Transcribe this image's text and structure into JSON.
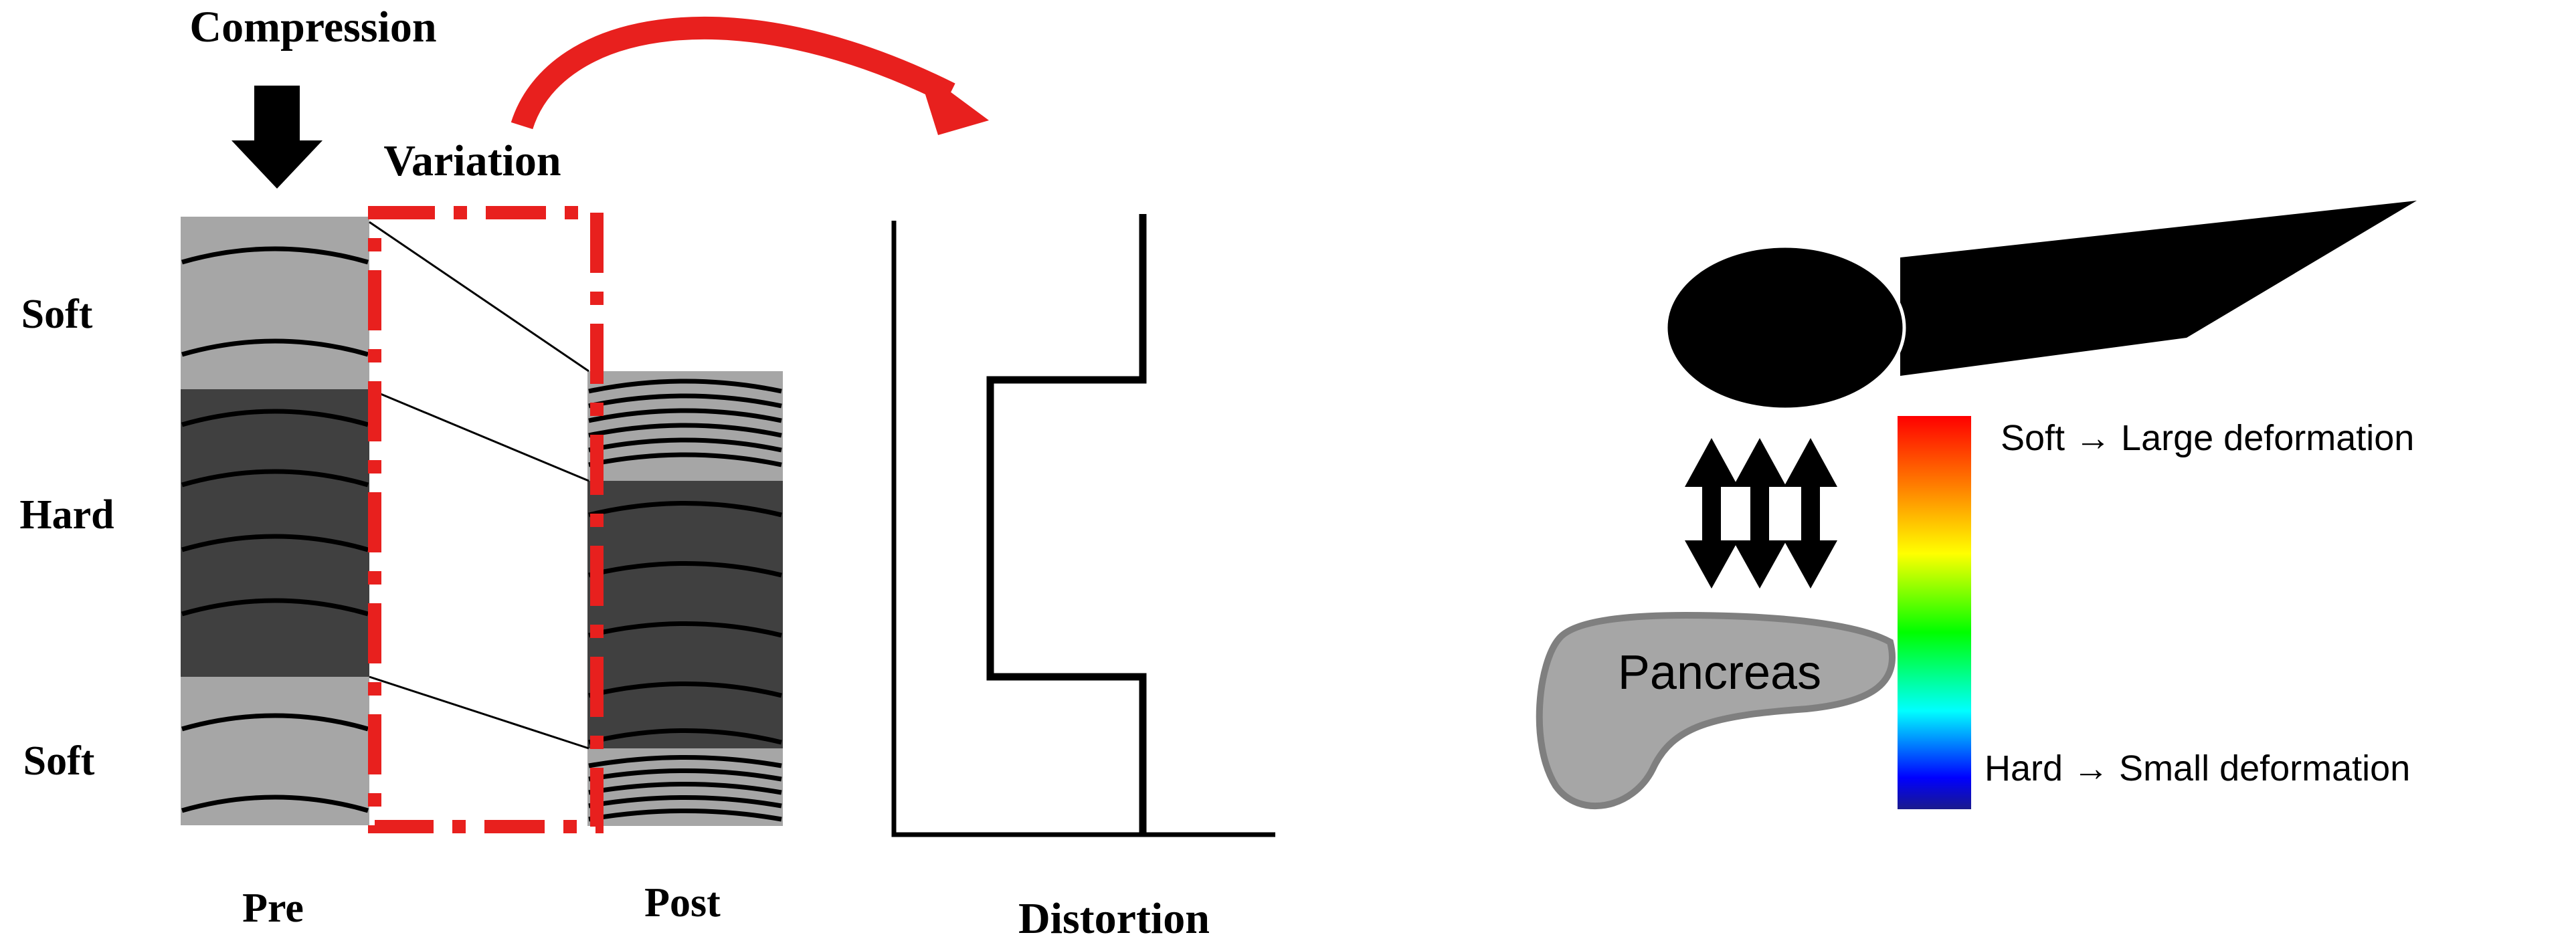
{
  "labels": {
    "compression": "Compression",
    "variation": "Variation",
    "soft_top": "Soft",
    "hard": "Hard",
    "soft_bottom": "Soft",
    "pre": "Pre",
    "post": "Post",
    "distortion": "Distortion",
    "pancreas": "Pancreas",
    "scale_top": "Soft → Large deformation",
    "scale_bottom": "Hard → Small deformation"
  },
  "colors": {
    "soft_tissue": "#a6a6a6",
    "hard_tissue": "#404040",
    "arc_arrow": "#e8201e",
    "dashed_box": "#e8201e",
    "pancreas_fill": "#a6a6a6",
    "pancreas_outline": "#7f7f7f",
    "probe": "#000000",
    "scale_gradient": [
      "#ff0000",
      "#ff8000",
      "#ffff00",
      "#00ff00",
      "#00ffff",
      "#0000ff",
      "#1a1a8c"
    ]
  },
  "icons": {
    "compression_arrow": "arrow-down-icon",
    "variation_arrow": "curved-arrow-icon",
    "probe": "ultrasound-probe-icon",
    "vibration_arrows": "double-arrow-vertical-icon"
  }
}
